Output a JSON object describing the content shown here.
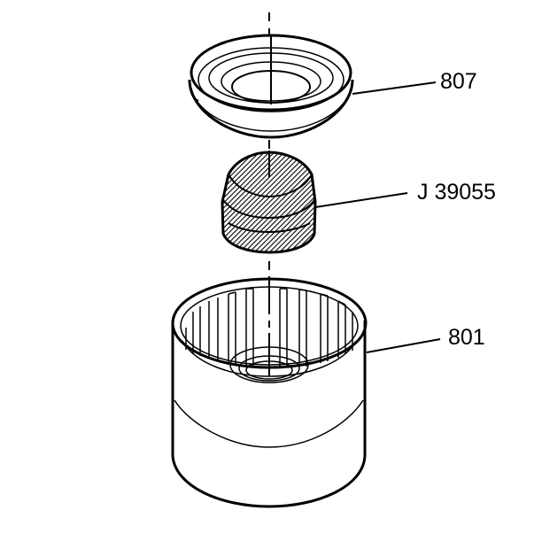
{
  "diagram": {
    "type": "exploded-view",
    "background": "#ffffff",
    "line_color": "#000000",
    "hatch_color": "#000000",
    "parts": [
      {
        "id": "807",
        "label": "807",
        "description": "seal/ring component (top)"
      },
      {
        "id": "J39055",
        "label": "J 39055",
        "description": "installer tool (hatched, middle)"
      },
      {
        "id": "801",
        "label": "801",
        "description": "clutch housing drum (bottom)"
      }
    ],
    "centerline": "dash-dot vertical axis through all parts"
  }
}
